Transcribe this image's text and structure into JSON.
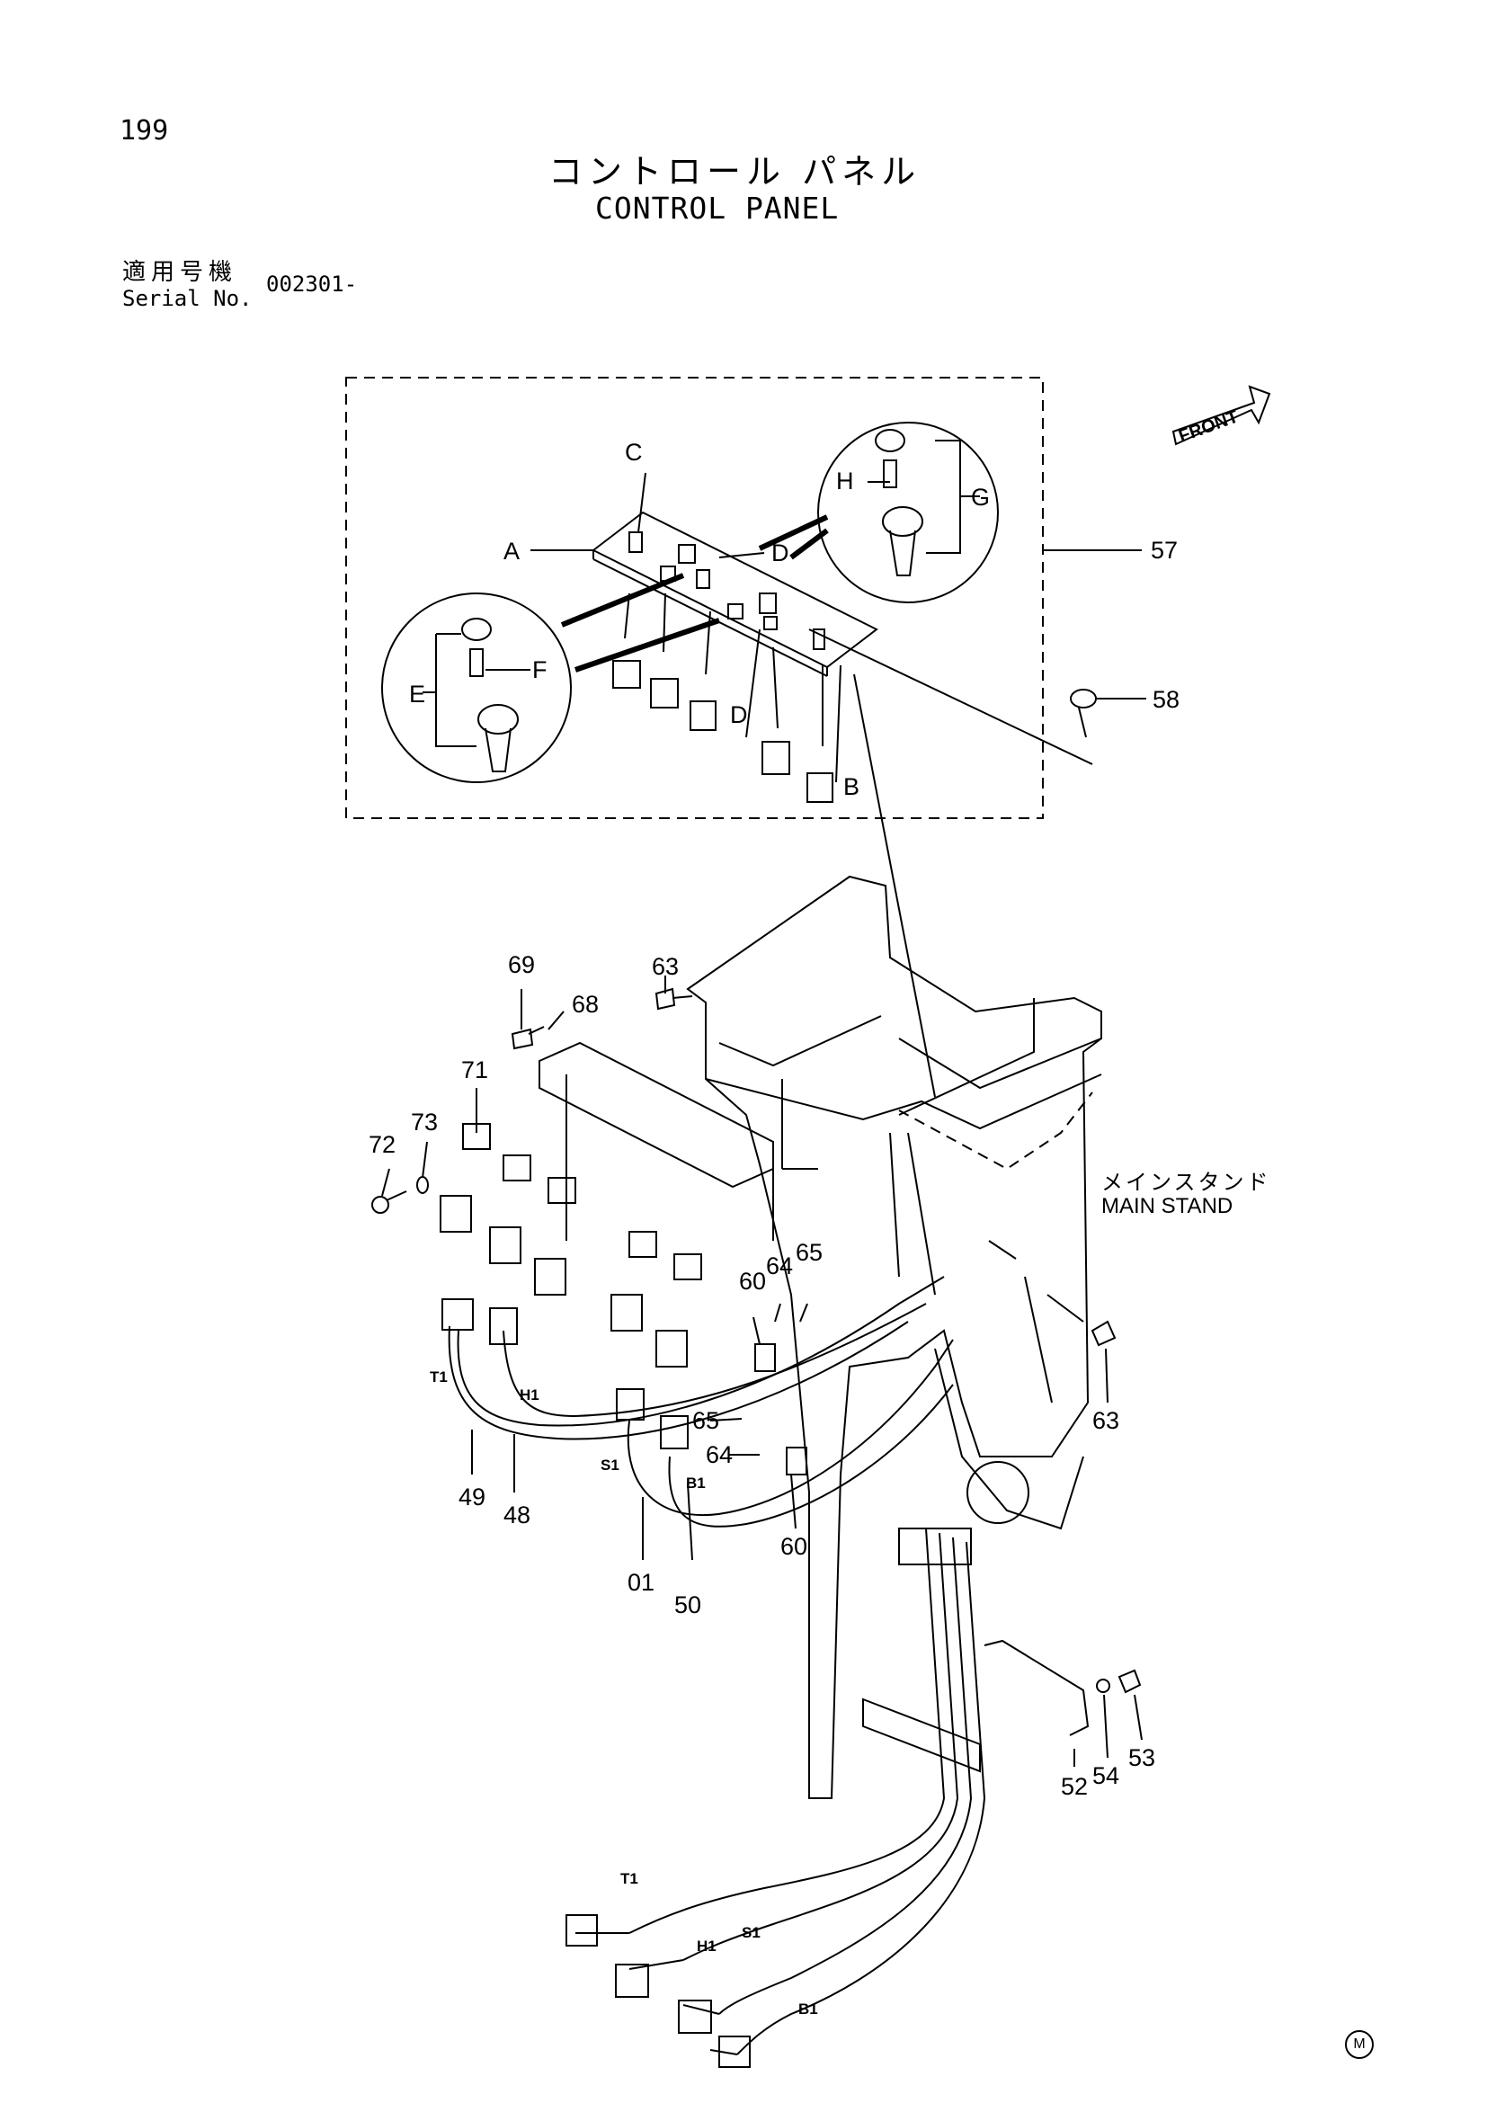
{
  "header": {
    "page_number": "199",
    "title_jp": "コントロール パネル",
    "title_en": "CONTROL PANEL",
    "serial_label_jp": "適用号機",
    "serial_label_en": "Serial No.",
    "serial_value": "002301-"
  },
  "front_label": "FRONT",
  "stand_label_jp": "メインスタンド",
  "stand_label_en": "MAIN STAND",
  "corner_mark": "M",
  "detail_letters": {
    "a": "A",
    "b": "B",
    "c": "C",
    "d1": "D",
    "d2": "D",
    "e": "E",
    "f": "F",
    "g": "G",
    "h": "H"
  },
  "callouts": {
    "p57": "57",
    "p58": "58",
    "p69": "69",
    "p68": "68",
    "p63a": "63",
    "p63b": "63",
    "p71": "71",
    "p72": "72",
    "p73": "73",
    "p60a": "60",
    "p60b": "60",
    "p64a": "64",
    "p64b": "64",
    "p65a": "65",
    "p65b": "65",
    "p49": "49",
    "p48": "48",
    "p01": "01",
    "p50": "50",
    "p52": "52",
    "p54": "54",
    "p53": "53"
  },
  "connector_labels": {
    "t1_top": "T1",
    "h1_top": "H1",
    "s1_top": "S1",
    "b1_top": "B1",
    "t1_bot": "T1",
    "h1_bot": "H1",
    "s1_bot": "S1",
    "b1_bot": "B1"
  }
}
